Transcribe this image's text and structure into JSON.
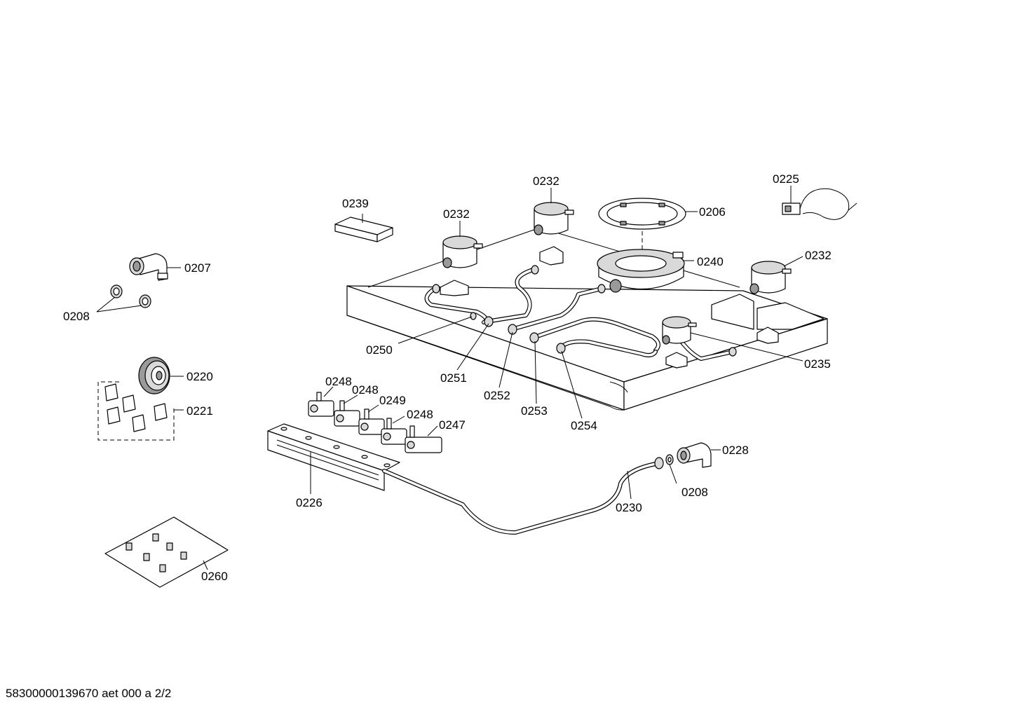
{
  "footer": {
    "document_id": "58300000139670 aet 000 a 2/2"
  },
  "labels": {
    "p0206": "0206",
    "p0207": "0207",
    "p0208_left": "0208",
    "p0208_right": "0208",
    "p0220": "0220",
    "p0221": "0221",
    "p0225": "0225",
    "p0226": "0226",
    "p0228": "0228",
    "p0230": "0230",
    "p0232_top": "0232",
    "p0232_left": "0232",
    "p0232_right": "0232",
    "p0235": "0235",
    "p0239": "0239",
    "p0240": "0240",
    "p0247": "0247",
    "p0248_a": "0248",
    "p0248_b": "0248",
    "p0248_c": "0248",
    "p0249": "0249",
    "p0250": "0250",
    "p0251": "0251",
    "p0252": "0252",
    "p0253": "0253",
    "p0254": "0254",
    "p0260": "0260"
  }
}
